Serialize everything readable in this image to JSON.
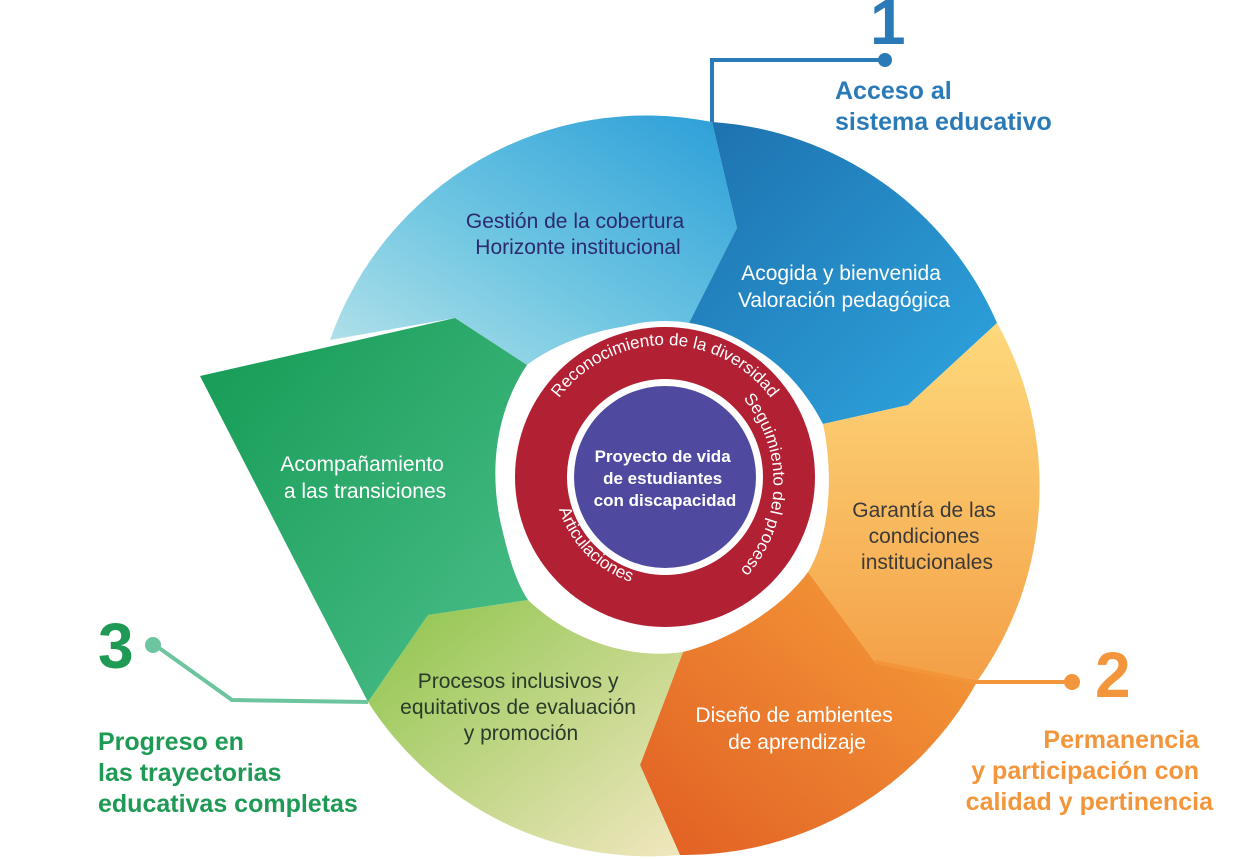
{
  "stages": [
    {
      "number": "1",
      "title_lines": [
        "Acceso al",
        "sistema educativo"
      ],
      "color": "#2a7ab8"
    },
    {
      "number": "2",
      "title_lines": [
        "Permanencia",
        "y participación con",
        "calidad y pertinencia"
      ],
      "color": "#f3953a"
    },
    {
      "number": "3",
      "title_lines": [
        "Progreso en",
        "las trayectorias",
        "educativas completas"
      ],
      "color": "#1e9a55"
    }
  ],
  "segments": [
    {
      "lines": [
        "Gestión de la cobertura",
        "Horizonte institucional"
      ],
      "text_color": "#2d2a6e"
    },
    {
      "lines": [
        "Acogida y bienvenida",
        "Valoración pedagógica"
      ],
      "text_color": "#ffffff"
    },
    {
      "lines": [
        "Garantía de las",
        "condiciones",
        "institucionales"
      ],
      "text_color": "#3a3a3a"
    },
    {
      "lines": [
        "Diseño de ambientes",
        "de aprendizaje"
      ],
      "text_color": "#ffffff"
    },
    {
      "lines": [
        "Procesos inclusivos y",
        "equitativos de evaluación",
        "y promoción"
      ],
      "text_color": "#2a3a2a"
    },
    {
      "lines": [
        "Acompañamiento",
        "a las transiciones"
      ],
      "text_color": "#ffffff"
    }
  ],
  "ring_labels": {
    "top": "Reconocimiento de la diversidad",
    "right": "Seguimiento del proceso",
    "bottom": "Articulaciones"
  },
  "core": {
    "lines": [
      "Proyecto de vida",
      "de estudiantes",
      "con discapacidad"
    ]
  },
  "colors": {
    "ring": "#b22033",
    "core": "#4f4aa0"
  }
}
